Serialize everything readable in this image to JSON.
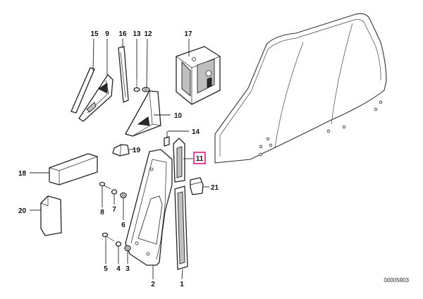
{
  "diagram": {
    "document_number": "00005903",
    "highlighted_callout": "11",
    "highlight_color": "#e0157a",
    "callouts": {
      "c1": "1",
      "c2": "2",
      "c3": "3",
      "c4": "4",
      "c5": "5",
      "c6": "6",
      "c7": "7",
      "c8": "8",
      "c9": "9",
      "c10": "10",
      "c11": "11",
      "c12": "12",
      "c13": "13",
      "c14": "14",
      "c15": "15",
      "c16": "16",
      "c17": "17",
      "c18": "18",
      "c19": "19",
      "c20": "20",
      "c21": "21"
    }
  }
}
